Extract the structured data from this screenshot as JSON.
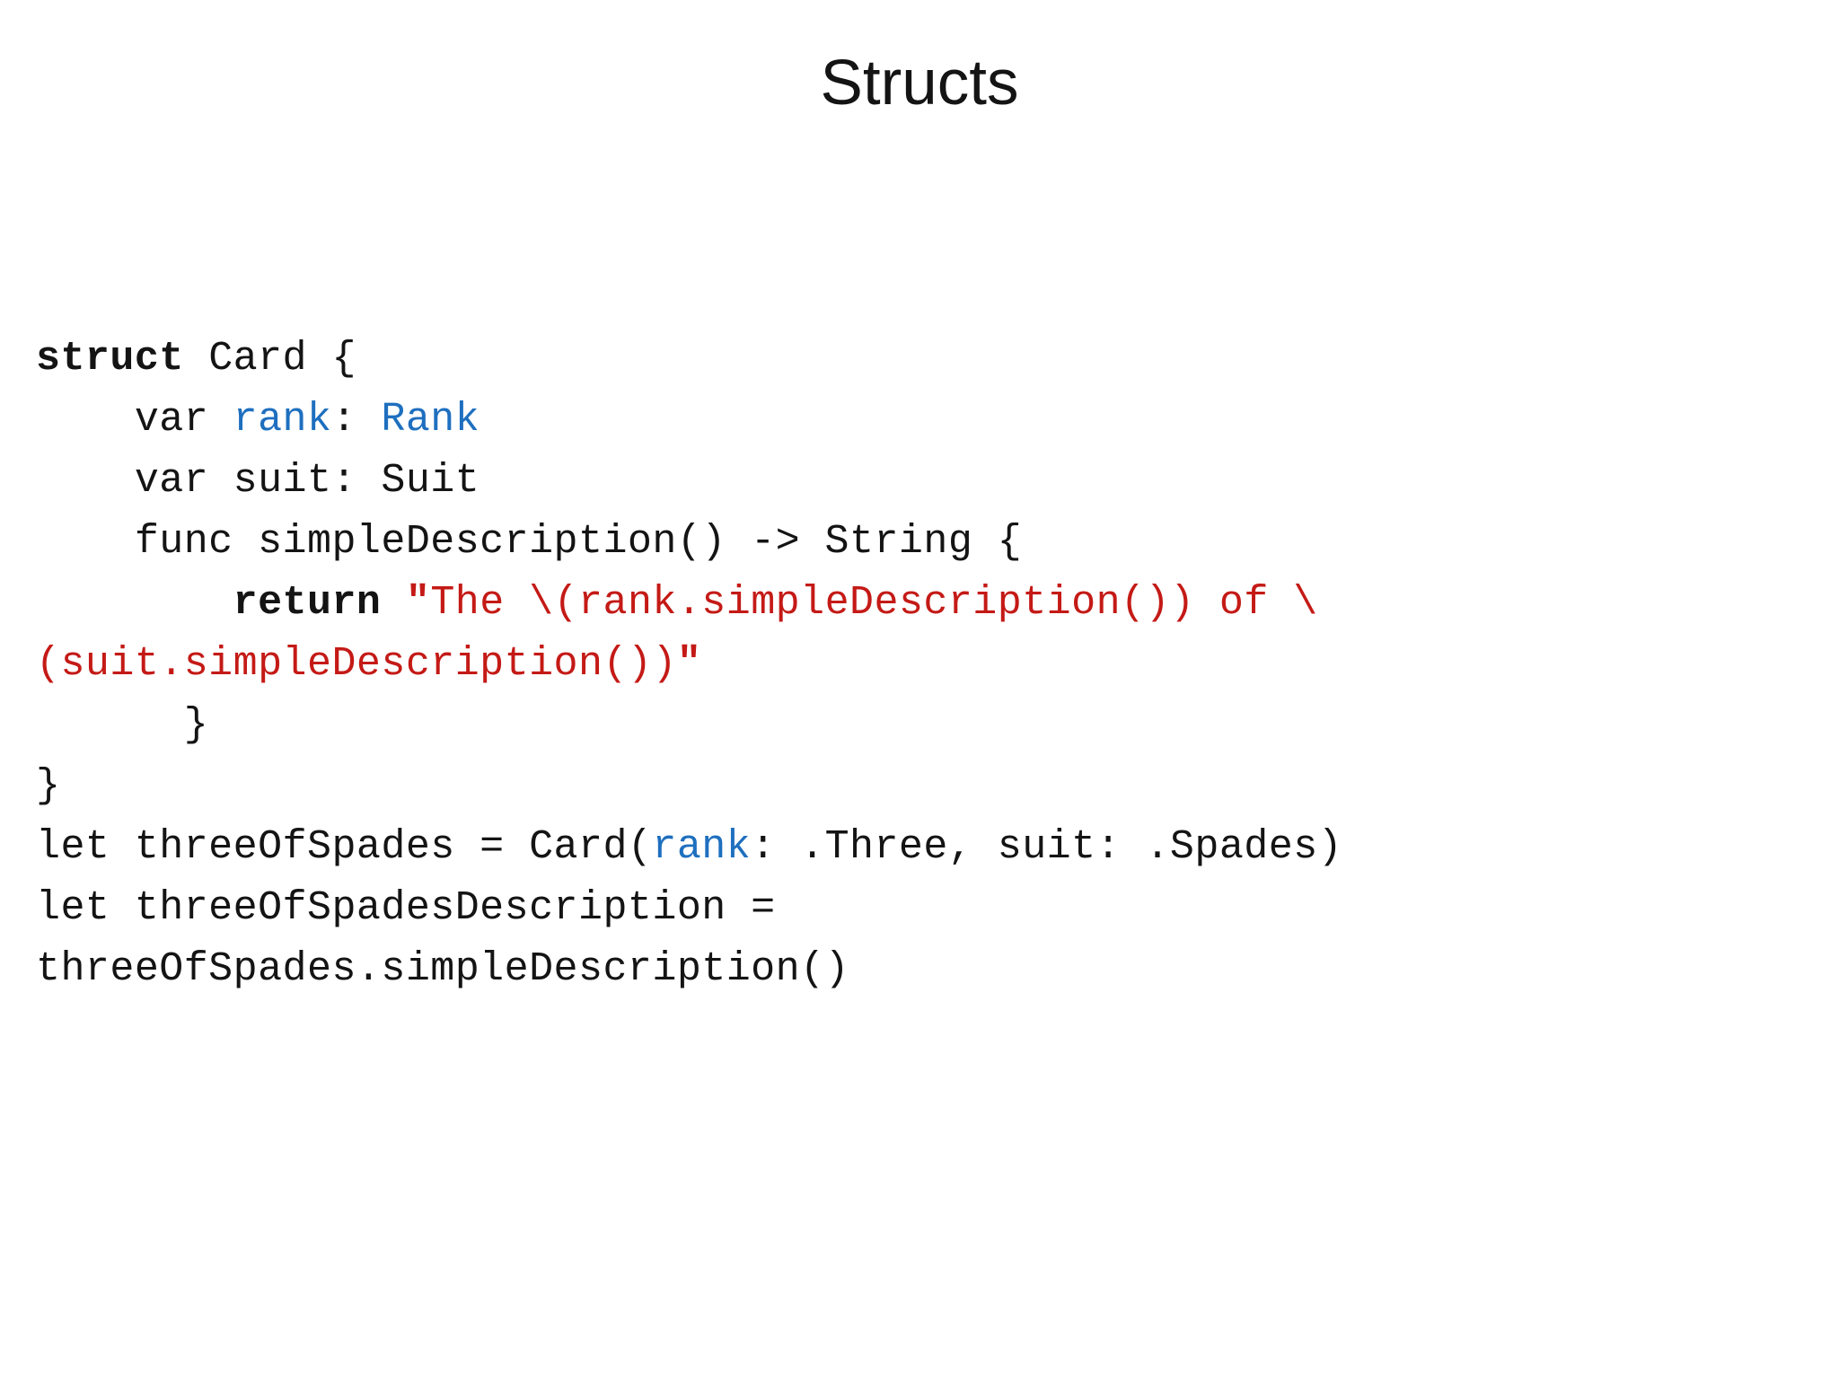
{
  "slide": {
    "title": "Structs",
    "colors": {
      "background": "#ffffff",
      "text": "#141414",
      "type_blue": "#1e6fbf",
      "string_red": "#c41a16"
    },
    "code_lines": [
      {
        "segments": [
          {
            "t": "struct",
            "s": "keyword"
          },
          {
            "t": " Card {",
            "s": "plain"
          }
        ]
      },
      {
        "segments": [
          {
            "t": "    var ",
            "s": "plain"
          },
          {
            "t": "rank",
            "s": "type"
          },
          {
            "t": ": ",
            "s": "plain"
          },
          {
            "t": "Rank",
            "s": "type"
          }
        ]
      },
      {
        "segments": [
          {
            "t": "    var suit: Suit",
            "s": "plain"
          }
        ]
      },
      {
        "segments": [
          {
            "t": "    func simpleDescription() -> String {",
            "s": "plain"
          }
        ]
      },
      {
        "segments": [
          {
            "t": "        ",
            "s": "plain"
          },
          {
            "t": "return",
            "s": "keyword"
          },
          {
            "t": " ",
            "s": "plain"
          },
          {
            "t": "\"",
            "s": "string_delim"
          },
          {
            "t": "The \\(rank.simpleDescription()) of \\",
            "s": "string"
          }
        ]
      },
      {
        "segments": [
          {
            "t": "(suit.simpleDescription())",
            "s": "string"
          },
          {
            "t": "\"",
            "s": "string_delim"
          }
        ]
      },
      {
        "segments": [
          {
            "t": "      }",
            "s": "plain"
          }
        ]
      },
      {
        "segments": [
          {
            "t": "}",
            "s": "plain"
          }
        ]
      },
      {
        "segments": [
          {
            "t": "let threeOfSpades = Card(",
            "s": "plain"
          },
          {
            "t": "rank",
            "s": "type"
          },
          {
            "t": ": .Three, suit: .Spades)",
            "s": "plain"
          }
        ]
      },
      {
        "segments": [
          {
            "t": "let threeOfSpadesDescription =",
            "s": "plain"
          }
        ]
      },
      {
        "segments": [
          {
            "t": "threeOfSpades.simpleDescription()",
            "s": "plain"
          }
        ]
      }
    ]
  }
}
